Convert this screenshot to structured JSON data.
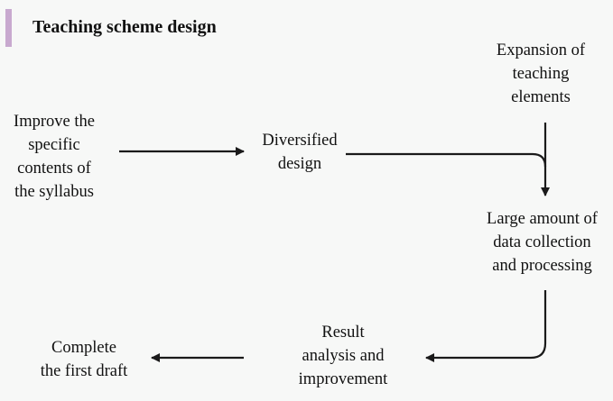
{
  "title": "Teaching scheme design",
  "nodes": {
    "improve": [
      "Improve the",
      "specific",
      "contents of",
      "the syllabus"
    ],
    "diversified": [
      "Diversified",
      "design"
    ],
    "expansion": [
      "Expansion of",
      "teaching",
      "elements"
    ],
    "large": [
      "Large amount of",
      "data collection",
      "and processing"
    ],
    "result": [
      "Result",
      "analysis and",
      "improvement"
    ],
    "complete": [
      "Complete",
      "the first draft"
    ]
  },
  "colors": {
    "accent_bar": "#c8a9cf",
    "text": "#111111",
    "arrow": "#1a1a1a"
  }
}
